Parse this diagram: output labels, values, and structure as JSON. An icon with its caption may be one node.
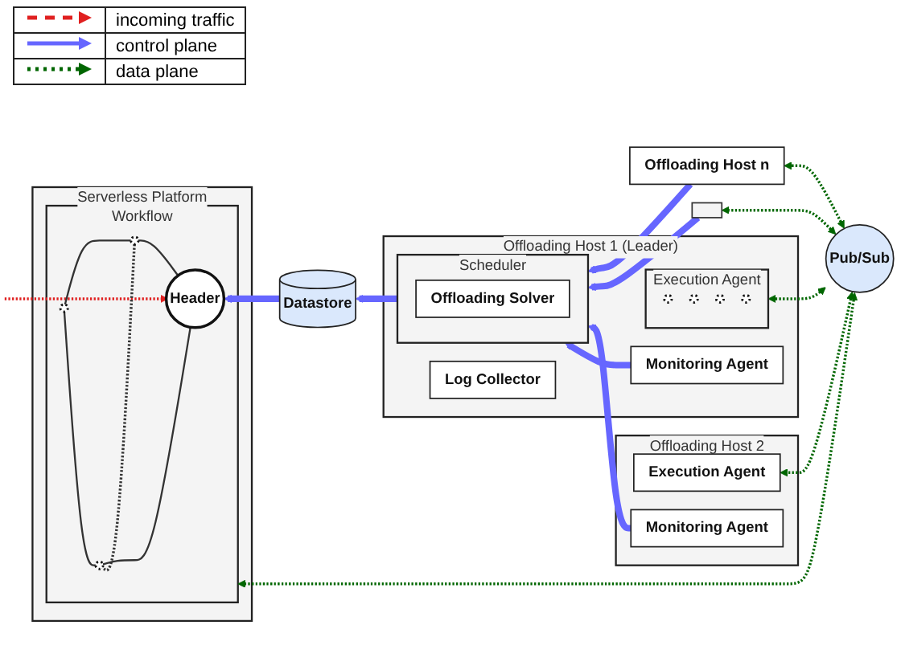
{
  "diagram": {
    "nodes": [
      {
        "text": [
          "Serverless Platform"
        ]
      },
      {
        "text": [
          "Workflow"
        ],
        "in": 0
      },
      {
        "text": [
          "Header"
        ],
        "in": 1
      },
      {
        "text": [],
        "shape": "circle",
        "in": 1
      },
      {
        "text": [],
        "shape": "circle",
        "in": 1
      },
      {
        "text": [],
        "shape": "circle",
        "in": 1
      },
      {
        "text": [
          "Pub/Sub"
        ]
      },
      {
        "text": [
          "Datastore"
        ]
      },
      {
        "text": [
          "Offloading Host n"
        ]
      },
      {
        "text": [],
        "shape": "box"
      },
      {
        "text": [
          "Offloading Host 2"
        ]
      },
      {
        "text": [
          "Execution Agent"
        ],
        "in": 10
      },
      {
        "text": [
          "Monitoring Agent"
        ],
        "in": 10
      },
      {
        "text": [
          "Offloading Host 1 (Leader)"
        ]
      },
      {
        "text": [
          "Scheduler"
        ],
        "in": 13
      },
      {
        "text": [
          "Offloading Solver"
        ],
        "in": 14
      },
      {
        "text": [
          "Execution Agent"
        ],
        "in": 13
      },
      {
        "text": [],
        "shape": "circle",
        "in": 16
      },
      {
        "text": [],
        "shape": "circle",
        "in": 16
      },
      {
        "text": [],
        "shape": "circle",
        "in": 16
      },
      {
        "text": [],
        "shape": "circle",
        "in": 16
      },
      {
        "text": [
          "Monitoring Agent"
        ],
        "in": 13
      },
      {
        "text": [
          "Log Collector"
        ],
        "in": 13
      }
    ],
    "edges": [
      {
        "from": null,
        "to": 2,
        "arrow": "to",
        "style": "dashed",
        "color": "#e02020"
      },
      {
        "from": 2,
        "to": 3,
        "arrow": "none",
        "color": "#333333"
      },
      {
        "from": 2,
        "to": 4,
        "arrow": "none",
        "color": "#333333"
      },
      {
        "from": 3,
        "to": 4,
        "arrow": "none",
        "style": "dashed",
        "color": "#333333"
      },
      {
        "from": 3,
        "to": 5,
        "arrow": "none",
        "color": "#333333"
      },
      {
        "from": 4,
        "to": 5,
        "arrow": "none",
        "color": "#333333"
      },
      {
        "from": 7,
        "to": 2,
        "arrow": "to",
        "style": "thick",
        "color": "#6666ff"
      },
      {
        "from": 14,
        "to": 7,
        "arrow": "to",
        "style": "thick",
        "color": "#6666ff"
      },
      {
        "from": 8,
        "to": 14,
        "arrow": "to",
        "style": "thick",
        "color": "#6666ff"
      },
      {
        "from": 9,
        "to": 14,
        "arrow": "to",
        "style": "thick",
        "color": "#6666ff"
      },
      {
        "from": 12,
        "to": 14,
        "arrow": "to",
        "style": "thick",
        "color": "#6666ff"
      },
      {
        "from": 21,
        "to": 14,
        "arrow": "to",
        "style": "thick",
        "color": "#6666ff"
      },
      {
        "from": 6,
        "to": 8,
        "arrow": "both",
        "style": "dashed",
        "color": "#006600"
      },
      {
        "from": 6,
        "to": 9,
        "arrow": "both",
        "style": "dashed",
        "color": "#006600"
      },
      {
        "from": 6,
        "to": 11,
        "arrow": "both",
        "style": "dashed",
        "color": "#006600"
      },
      {
        "from": 6,
        "to": 1,
        "arrow": "both",
        "style": "dashed",
        "color": "#006600"
      },
      {
        "from": 6,
        "to": 16,
        "arrow": "both",
        "style": "dashed",
        "color": "#006600"
      }
    ],
    "legend": [
      {
        "text": "incoming traffic"
      },
      {
        "text": "control plane"
      },
      {
        "text": "data plane"
      }
    ]
  }
}
